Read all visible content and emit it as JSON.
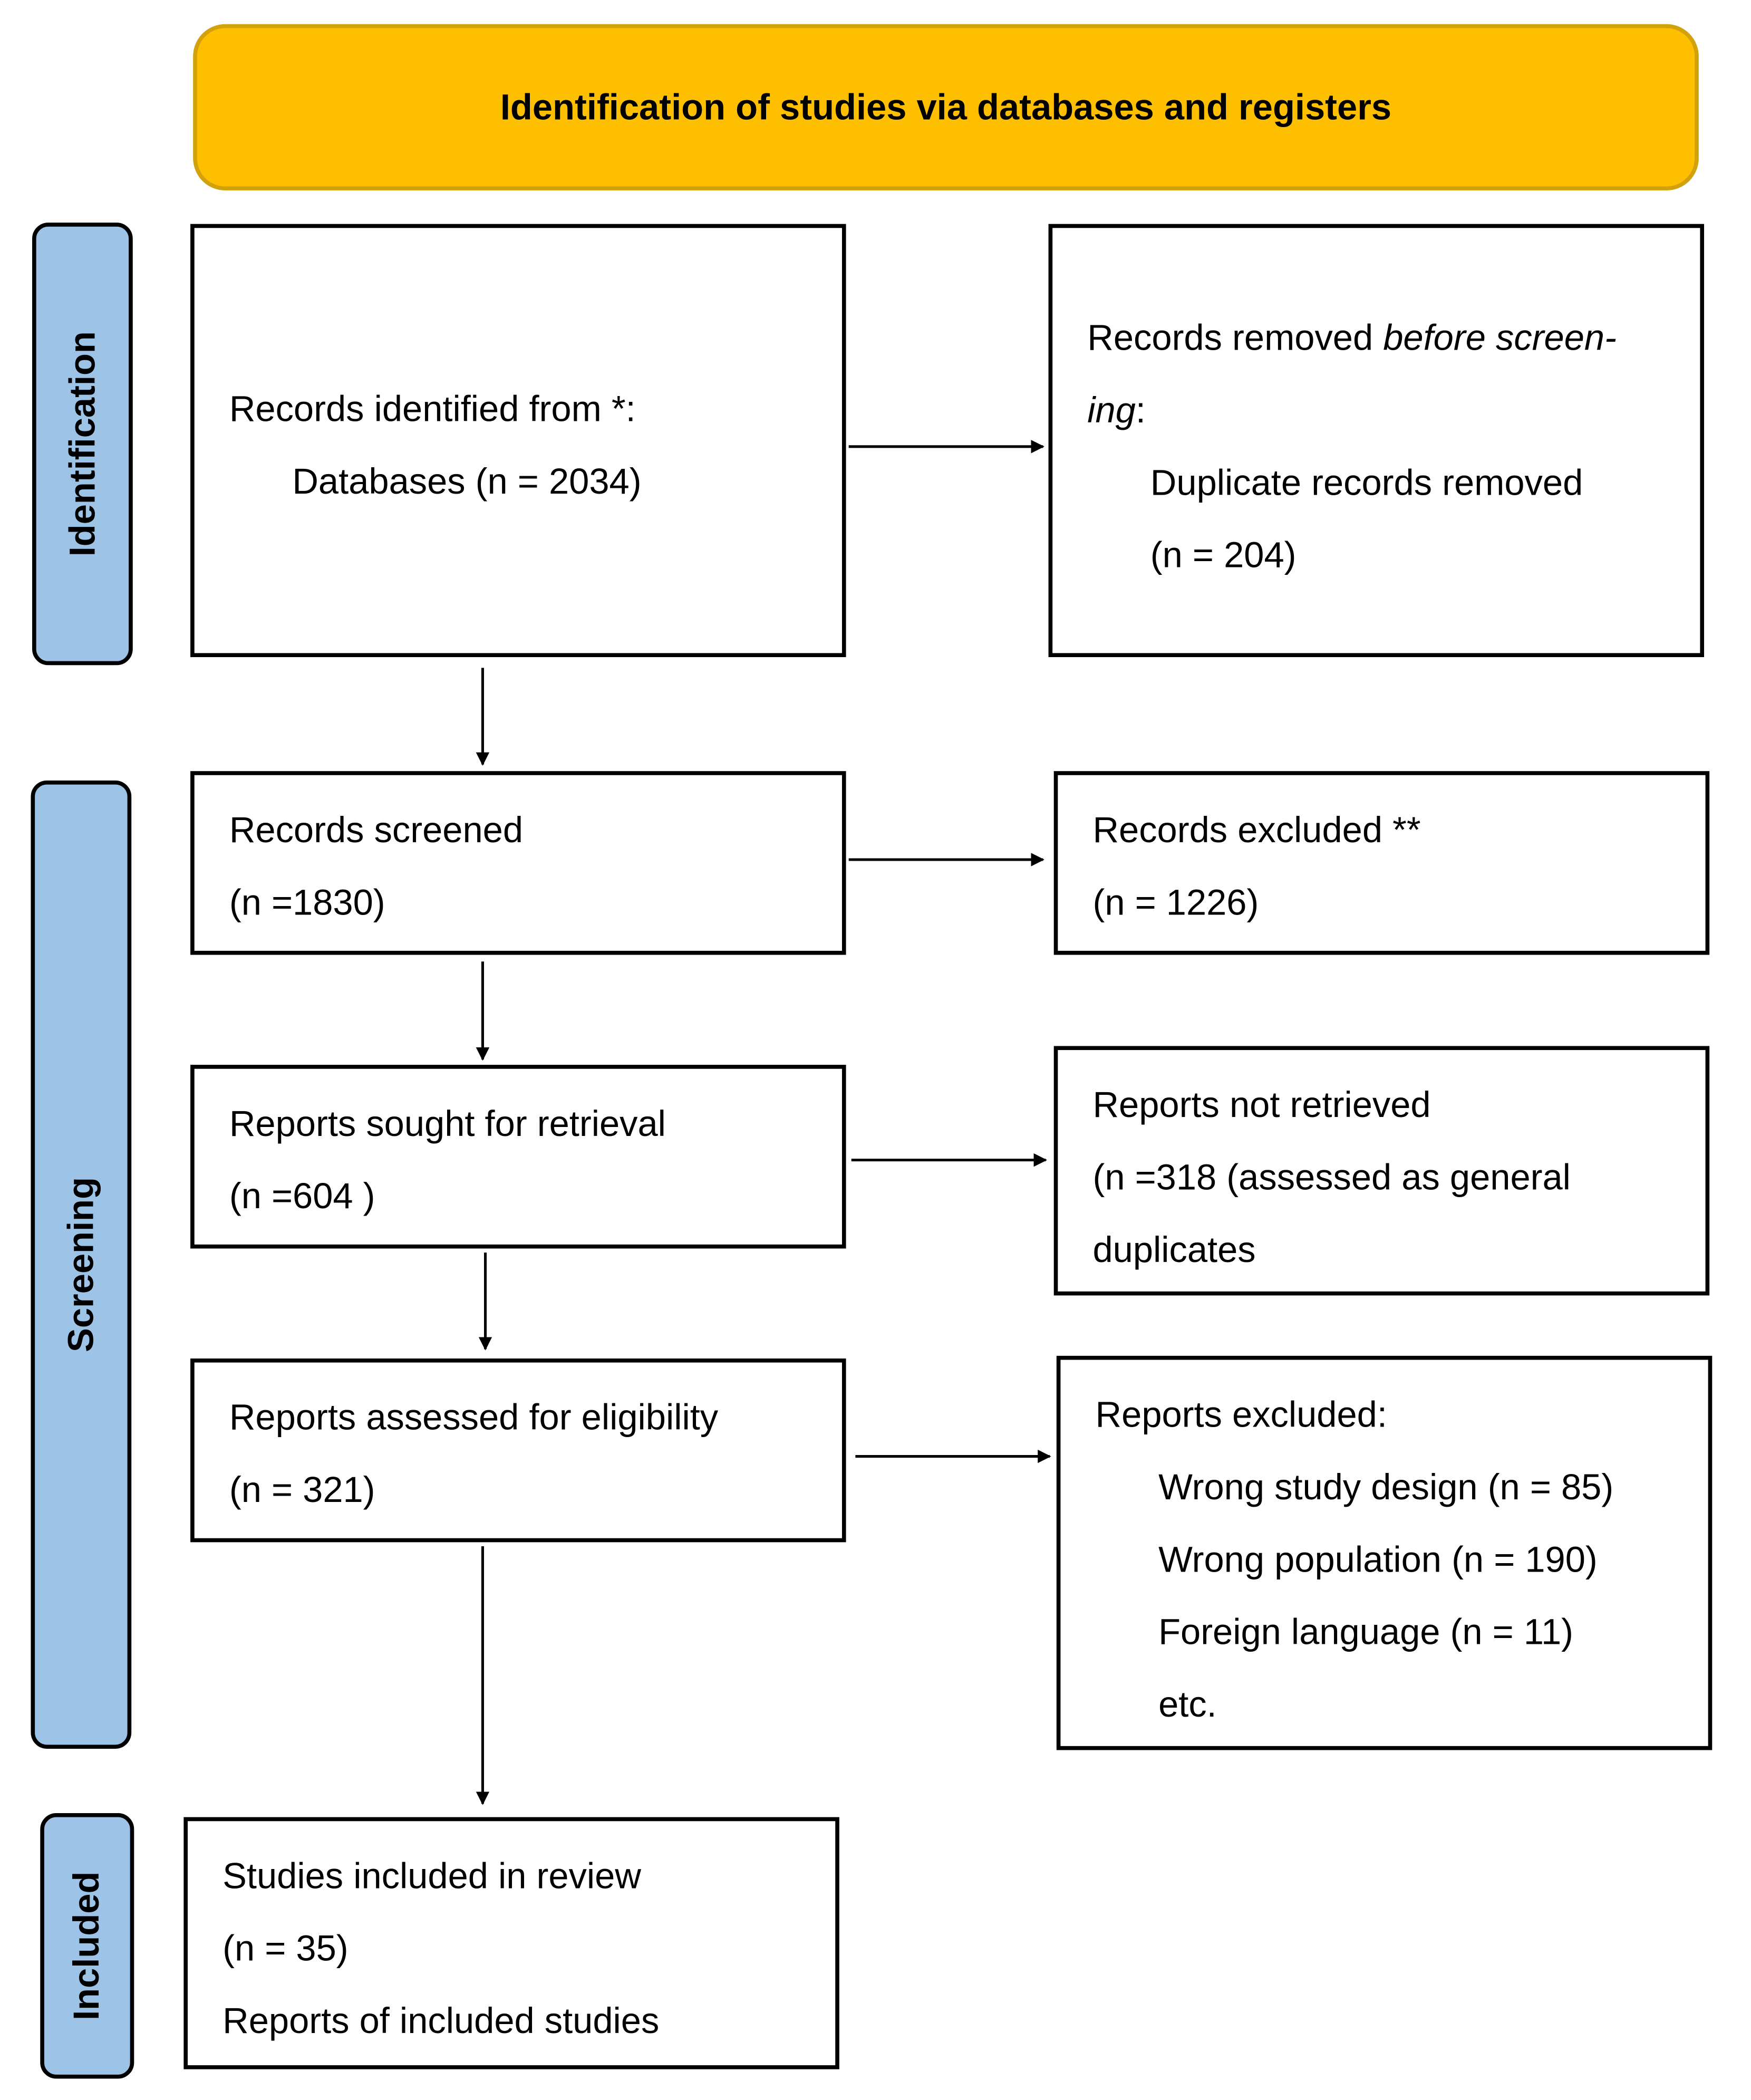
{
  "header": {
    "title": "Identification of studies via databases and registers"
  },
  "colors": {
    "header_fill": "#fdbf00",
    "header_border": "#d2a20d",
    "phase_fill": "#9dc3e6"
  },
  "phases": {
    "identification": "Identification",
    "screening": "Screening",
    "included": "Included"
  },
  "boxes": {
    "records_identified": {
      "line1": "Records identified from *:",
      "line2": "Databases (n = 2034)"
    },
    "records_removed": {
      "line1_prefix": "Records removed ",
      "line1_italic": "before screen-",
      "line2_italic": "ing",
      "line2_suffix": ":",
      "line3": "Duplicate records removed",
      "line4": "(n = 204)"
    },
    "records_screened": {
      "line1": "Records screened",
      "line2": "(n =1830)"
    },
    "records_excluded": {
      "line1": "Records excluded **",
      "line2": "(n = 1226)"
    },
    "reports_sought": {
      "line1": "Reports sought for retrieval",
      "line2": "(n =604 )"
    },
    "reports_not_retrieved": {
      "line1": "Reports not retrieved",
      "line2": "(n =318 (assessed as general",
      "line3": "duplicates"
    },
    "reports_assessed": {
      "line1": "Reports assessed for eligibility",
      "line2": "(n = 321)"
    },
    "reports_excluded": {
      "line1": "Reports excluded:",
      "line2": "Wrong study design (n = 85)",
      "line3": "Wrong population (n = 190)",
      "line4": "Foreign language (n = 11)",
      "line5": "etc."
    },
    "studies_included": {
      "line1": "Studies included in review",
      "line2": "(n = 35)",
      "line3": "Reports of included studies"
    }
  }
}
